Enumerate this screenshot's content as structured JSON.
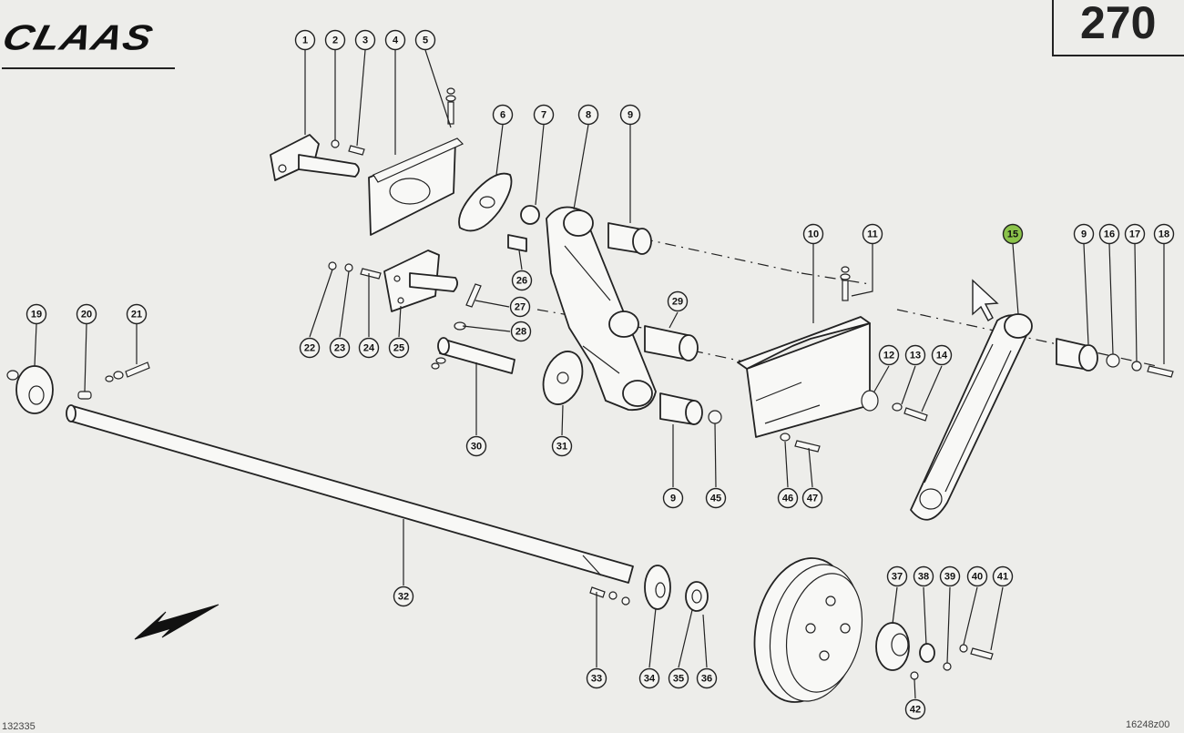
{
  "brand": "CLAAS",
  "page_number": "270",
  "code_left": "132335",
  "code_right": "16248z00",
  "highlight_color": "#8bc34a",
  "callouts": [
    {
      "label": "1"
    },
    {
      "label": "2"
    },
    {
      "label": "3"
    },
    {
      "label": "4"
    },
    {
      "label": "5"
    },
    {
      "label": "6"
    },
    {
      "label": "7"
    },
    {
      "label": "8"
    },
    {
      "label": "9"
    },
    {
      "label": "10"
    },
    {
      "label": "11"
    },
    {
      "label": "15",
      "highlighted": true
    },
    {
      "label": "9"
    },
    {
      "label": "16"
    },
    {
      "label": "17"
    },
    {
      "label": "18"
    },
    {
      "label": "26"
    },
    {
      "label": "27"
    },
    {
      "label": "28"
    },
    {
      "label": "29"
    },
    {
      "label": "22"
    },
    {
      "label": "23"
    },
    {
      "label": "24"
    },
    {
      "label": "25"
    },
    {
      "label": "12"
    },
    {
      "label": "13"
    },
    {
      "label": "14"
    },
    {
      "label": "19"
    },
    {
      "label": "20"
    },
    {
      "label": "21"
    },
    {
      "label": "30"
    },
    {
      "label": "31"
    },
    {
      "label": "9"
    },
    {
      "label": "45"
    },
    {
      "label": "46"
    },
    {
      "label": "47"
    },
    {
      "label": "32"
    },
    {
      "label": "33"
    },
    {
      "label": "34"
    },
    {
      "label": "35"
    },
    {
      "label": "36"
    },
    {
      "label": "37"
    },
    {
      "label": "38"
    },
    {
      "label": "39"
    },
    {
      "label": "40"
    },
    {
      "label": "41"
    },
    {
      "label": "42"
    }
  ]
}
